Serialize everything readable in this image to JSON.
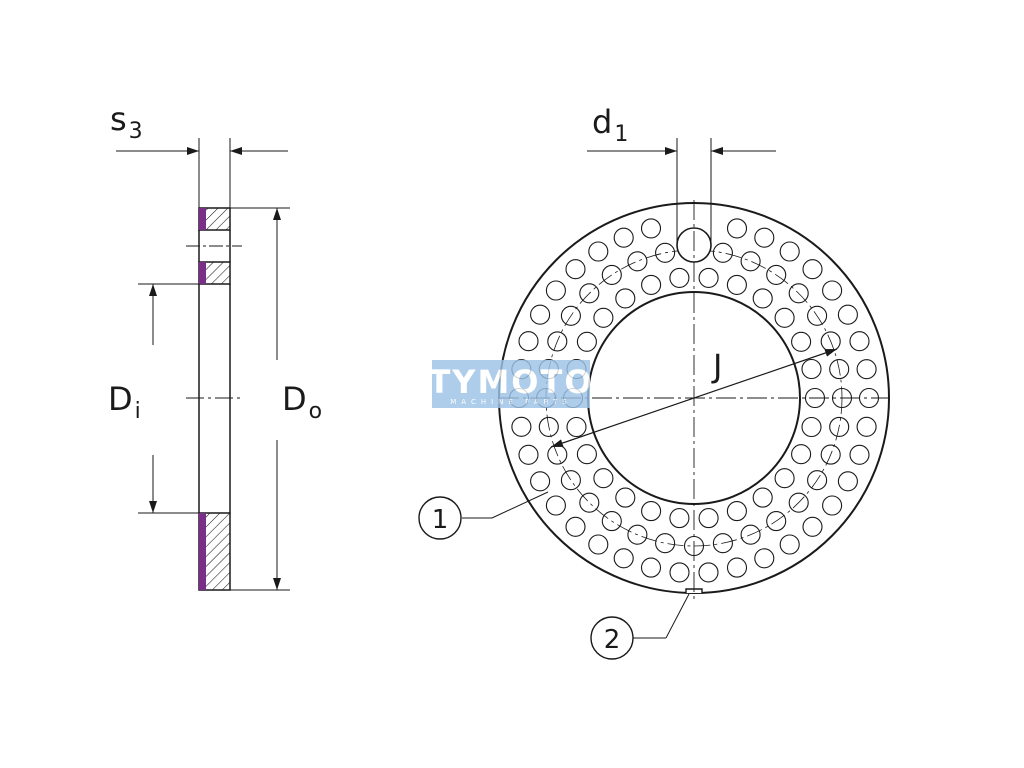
{
  "labels": {
    "s3_main": "s",
    "s3_sub": "3",
    "d1_main": "d",
    "d1_sub": "1",
    "di_main": "D",
    "di_sub": "i",
    "do_main": "D",
    "do_sub": "o",
    "j": "J",
    "callout_1": "1",
    "callout_2": "2"
  },
  "watermark": {
    "title": "TYMOTO",
    "subtitle": "MACHINE PARTS"
  },
  "colors": {
    "line": "#1a1a1a",
    "sliding_layer": "#7a2e8a",
    "watermark_bg": "#9cc3e6",
    "watermark_text": "#ffffff"
  }
}
